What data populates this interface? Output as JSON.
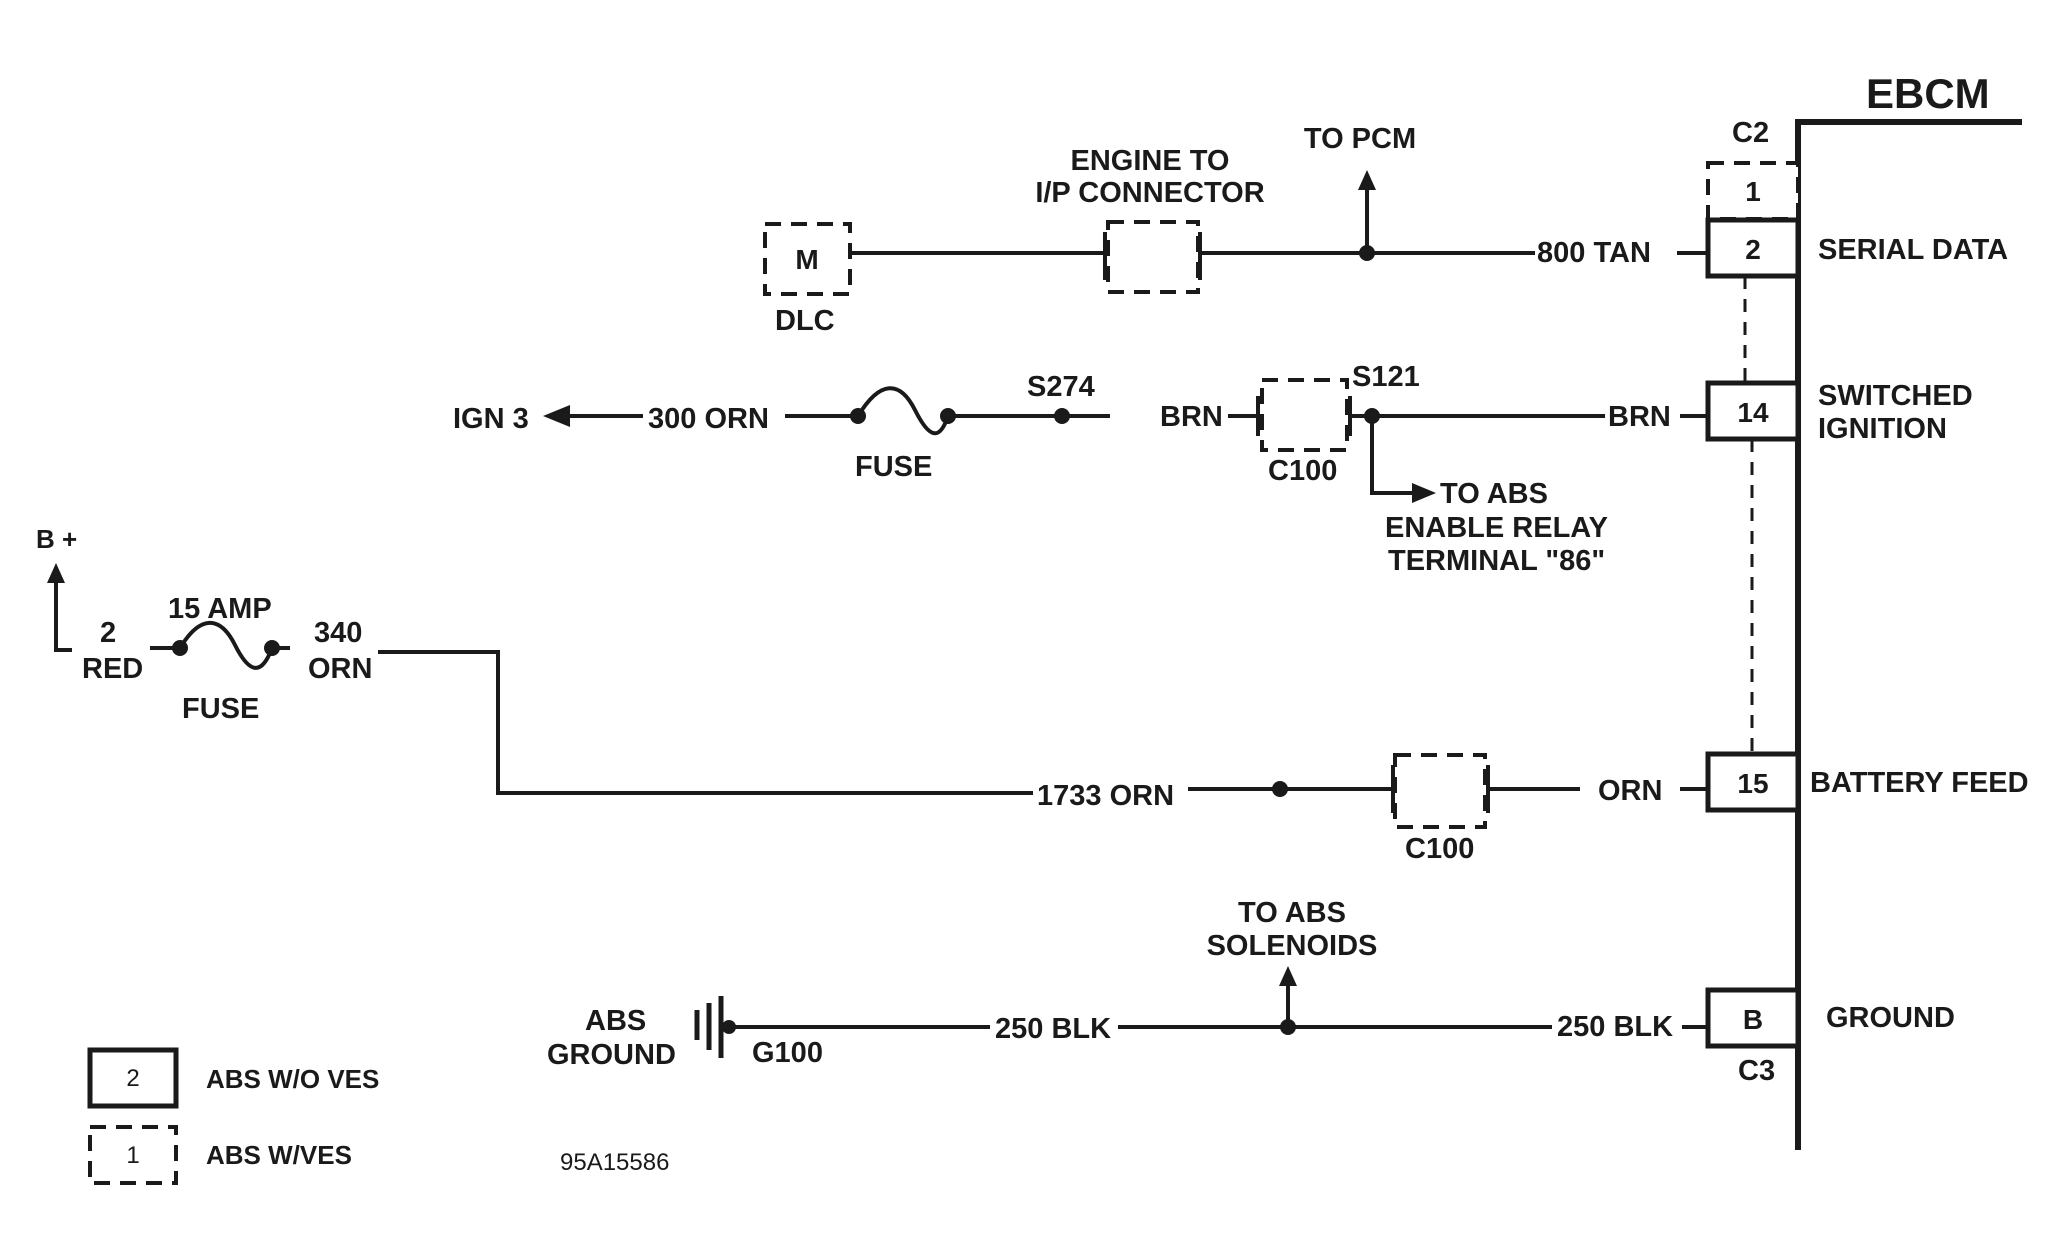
{
  "module": {
    "name": "EBCM"
  },
  "connectors": {
    "c2": "C2",
    "c3": "C3",
    "c100_top": "C100",
    "c100_bottom": "C100"
  },
  "pins": {
    "p1": "1",
    "p2": "2",
    "p14": "14",
    "p15": "15",
    "pB": "B"
  },
  "functions": {
    "serial_data": "SERIAL DATA",
    "switched_ignition_1": "SWITCHED",
    "switched_ignition_2": "IGNITION",
    "battery_feed": "BATTERY FEED",
    "ground": "GROUND"
  },
  "serial_circuit": {
    "dlc_pin": "M",
    "dlc_label": "DLC",
    "connector_line1": "ENGINE TO",
    "connector_line2": "I/P CONNECTOR",
    "to_pcm": "TO PCM",
    "wire": "800 TAN"
  },
  "ignition_circuit": {
    "ign_label": "IGN 3",
    "wire_in": "300 ORN",
    "fuse_label": "FUSE",
    "splice_left": "S274",
    "brn_left": "BRN",
    "splice_right": "S121",
    "brn_right": "BRN",
    "relay_line1": "TO ABS",
    "relay_line2": "ENABLE RELAY",
    "relay_line3": "TERMINAL \"86\""
  },
  "battery_circuit": {
    "bplus": "B +",
    "fuse_pin": "2",
    "fuse_rating": "15 AMP",
    "wire_red": "RED",
    "wire_out_num": "340",
    "wire_out_color": "ORN",
    "fuse_label": "FUSE",
    "wire_main": "1733 ORN",
    "wire_module": "ORN"
  },
  "ground_circuit": {
    "abs_ground_1": "ABS",
    "abs_ground_2": "GROUND",
    "g100": "G100",
    "wire_left": "250 BLK",
    "solenoids_1": "TO ABS",
    "solenoids_2": "SOLENOIDS",
    "wire_right": "250 BLK"
  },
  "legend": {
    "solid_num": "2",
    "solid_label": "ABS W/O VES",
    "dashed_num": "1",
    "dashed_label": "ABS W/VES"
  },
  "figure_code": "95A15586"
}
